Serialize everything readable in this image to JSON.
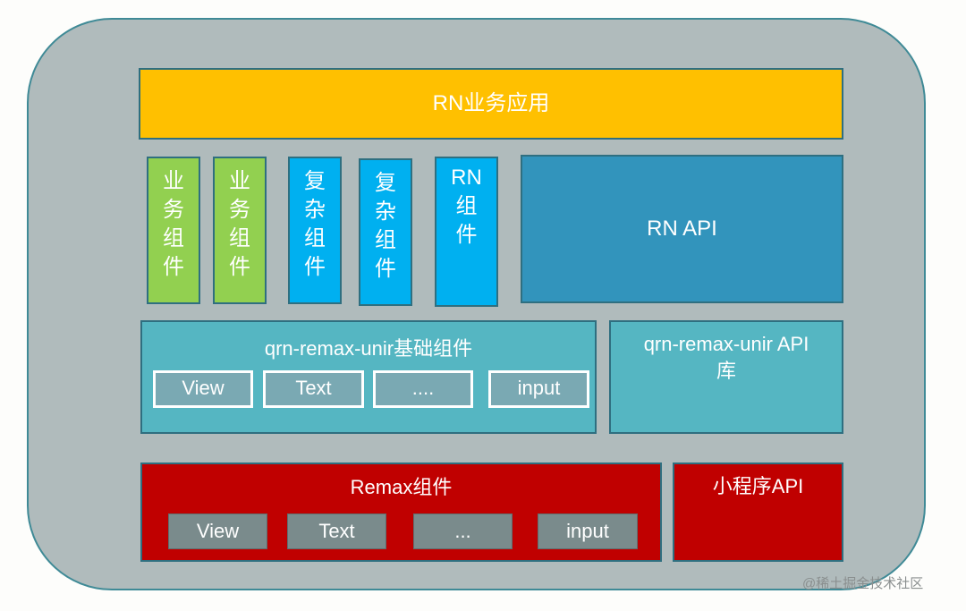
{
  "diagram": {
    "app_layer": "RN业务应用",
    "columns": [
      {
        "label": [
          "业",
          "务",
          "组",
          "件"
        ],
        "color": "#92d050"
      },
      {
        "label": [
          "业",
          "务",
          "组",
          "件"
        ],
        "color": "#92d050"
      },
      {
        "label": [
          "复",
          "杂",
          "组",
          "件"
        ],
        "color": "#00b0f0"
      },
      {
        "label": [
          "复",
          "杂",
          "组",
          "件"
        ],
        "color": "#00b0f0"
      },
      {
        "label": [
          "RN",
          "组",
          "件"
        ],
        "color": "#00b0f0"
      }
    ],
    "rn_api": "RN API",
    "qrn_components": {
      "title": "qrn-remax-unir基础组件",
      "items": [
        "View",
        "Text",
        "....",
        "input"
      ]
    },
    "qrn_api": {
      "line1": "qrn-remax-unir API",
      "line2": "库"
    },
    "remax_components": {
      "title": "Remax组件",
      "items": [
        "View",
        "Text",
        "...",
        "input"
      ]
    },
    "miniprogram_api": "小程序API",
    "watermark": "@稀土掘金技术社区"
  }
}
